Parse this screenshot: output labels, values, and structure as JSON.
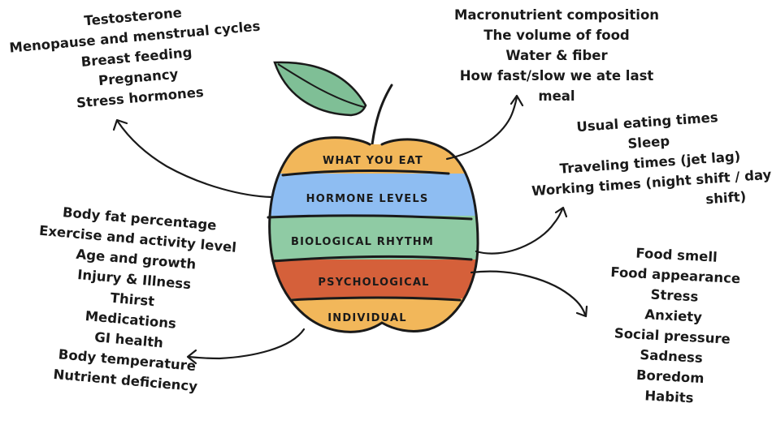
{
  "apple_bands": [
    {
      "label": "WHAT YOU EAT",
      "color": "#f2b75a"
    },
    {
      "label": "HORMONE LEVELS",
      "color": "#8ebdf2"
    },
    {
      "label": "BIOLOGICAL RHYTHM",
      "color": "#8fcba4"
    },
    {
      "label": "PSYCHOLOGICAL",
      "color": "#d5603a"
    },
    {
      "label": "INDIVIDUAL",
      "color": "#f2b75a"
    }
  ],
  "leaf_color": "#7fbf96",
  "factor_groups": {
    "hormone_levels": [
      "Testosterone",
      "Menopause and menstrual cycles",
      "Breast feeding",
      "Pregnancy",
      "Stress hormones"
    ],
    "what_you_eat": [
      "Macronutrient composition",
      "The volume of food",
      "Water & fiber",
      "How fast/slow we ate last",
      "meal"
    ],
    "biological_rhythm": [
      "Usual eating times",
      "Sleep",
      "Traveling times (jet lag)",
      "Working times (night shift / day",
      "shift)"
    ],
    "individual": [
      "Body fat percentage",
      "Exercise and activity level",
      "Age and growth",
      "Injury & Illness",
      "Thirst",
      "Medications",
      "GI health",
      "Body temperature",
      "Nutrient deficiency"
    ],
    "psychological": [
      "Food smell",
      "Food appearance",
      "Stress",
      "Anxiety",
      "Social pressure",
      "Sadness",
      "Boredom",
      "Habits"
    ]
  }
}
